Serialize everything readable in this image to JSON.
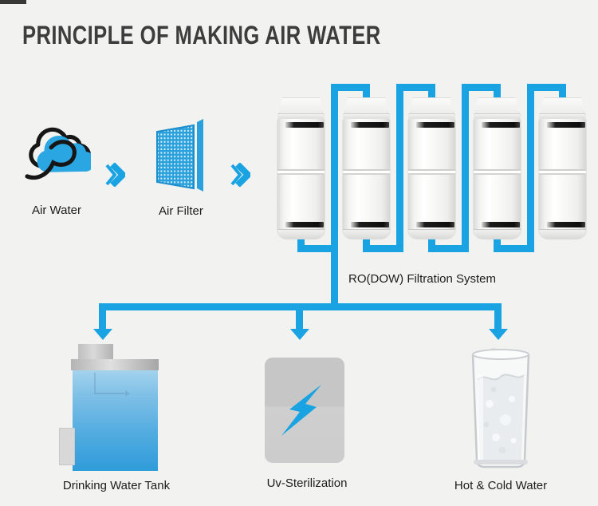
{
  "title": "PRINCIPLE OF MAKING AIR WATER",
  "colors": {
    "accent_blue": "#1aa3e2",
    "cloud_blue": "#2aa7e2",
    "filter_blue": "#2aa1dc",
    "background": "#f2f2f1",
    "title_gray": "#3d3d3d"
  },
  "flow": {
    "source": {
      "label": "Air Water"
    },
    "air_filter": {
      "label": "Air Filter"
    },
    "filtration": {
      "label": "RO(DOW) Filtration System",
      "cartridge_count": 5
    },
    "outputs": [
      {
        "label": "Drinking Water Tank"
      },
      {
        "label": "Uv-Sterilization"
      },
      {
        "label": "Hot & Cold Water"
      }
    ]
  }
}
